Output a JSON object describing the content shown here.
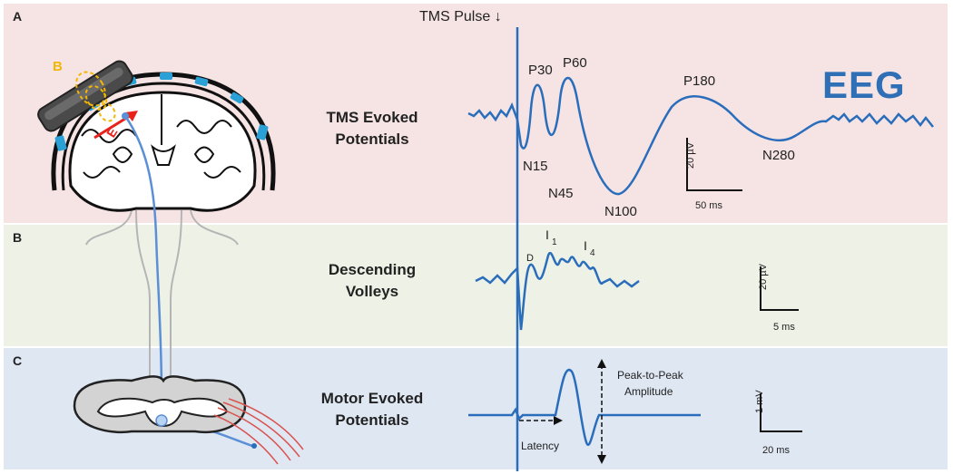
{
  "panels": {
    "a": {
      "letter": "A",
      "label_line1": "TMS Evoked",
      "label_line2": "Potentials"
    },
    "b": {
      "letter": "B",
      "label_line1": "Descending",
      "label_line2": "Volleys"
    },
    "c": {
      "letter": "C",
      "label_line1": "Motor Evoked",
      "label_line2": "Potentials"
    }
  },
  "tms_pulse": "TMS Pulse ↓",
  "eeg": "EEG",
  "tep_peaks": [
    "P30",
    "P60",
    "P180",
    "N15",
    "N45",
    "N100",
    "N280"
  ],
  "volley_labels": {
    "d": "D",
    "i": "I",
    "i1_sub": "1",
    "i4_sub": "4"
  },
  "mep_labels": {
    "peak_line1": "Peak-to-Peak",
    "peak_line2": "Amplitude",
    "latency": "Latency"
  },
  "coil_labels": {
    "b": "B",
    "e": "E"
  },
  "scalebars": {
    "a": {
      "y": "20 µV",
      "x": "50 ms"
    },
    "b": {
      "y": "20 µV",
      "x": "5 ms"
    },
    "c": {
      "y": "1 mV",
      "x": "20 ms"
    }
  },
  "colors": {
    "trace": "#2a6ebb",
    "eeg": "#2f6fb5",
    "field": "#f2b705",
    "current": "#e8221b",
    "muscle": "#d9534f",
    "electrode": "#2aa1d6"
  }
}
